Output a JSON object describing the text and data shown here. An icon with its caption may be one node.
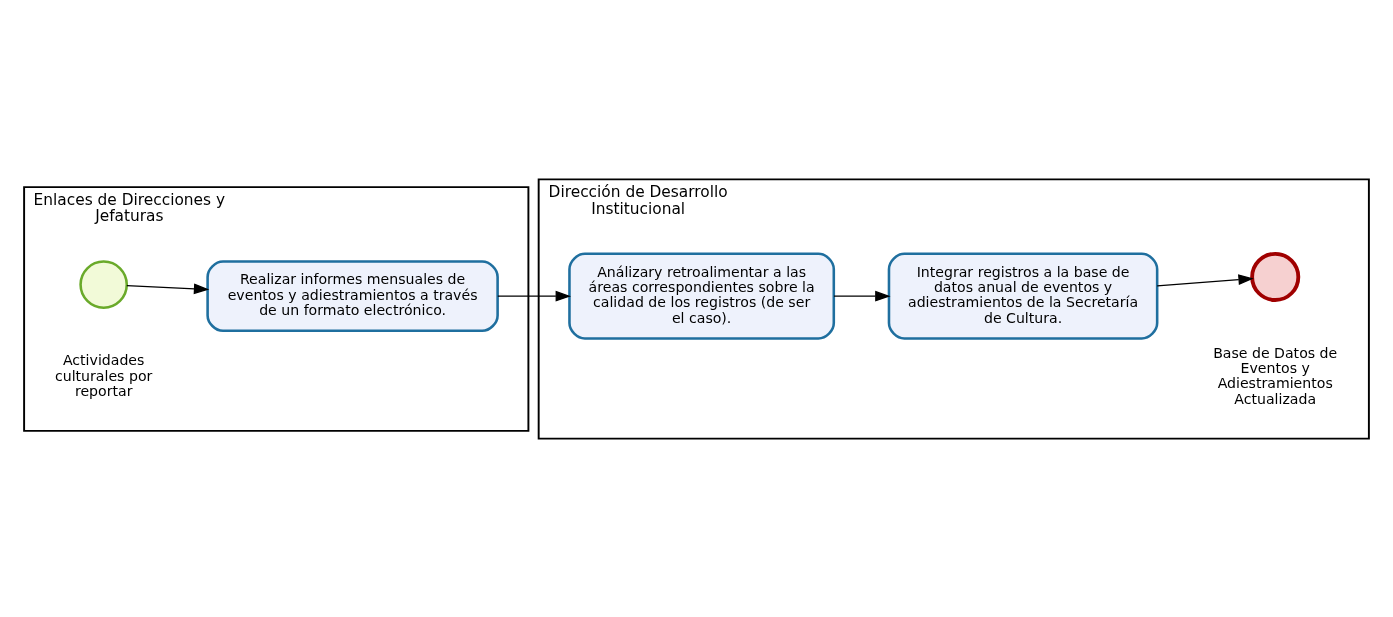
{
  "diagram": {
    "nodes": [
      {
        "text": [
          "Dirección de Desarrollo Institucional"
        ]
      },
      {
        "text": [
          "Análizary retroalimentar a las áreas correspondientes sobre la calidad de los registros (de ser el caso)."
        ],
        "in": 0
      },
      {
        "text": [
          "Integrar registros a la base de datos anual de eventos y adiestramientos de la Secretaría de Cultura."
        ],
        "in": 0
      },
      {
        "text": [],
        "shape": "circle",
        "beside": [
          "Base de Datos de Eventos y Adiestramientos Actualizada"
        ],
        "in": 0
      },
      {
        "text": [
          "Enlaces de Direcciones y Jefaturas"
        ]
      },
      {
        "text": [],
        "shape": "circle",
        "beside": [
          "Actividades culturales por reportar"
        ],
        "in": 4
      },
      {
        "text": [
          "Realizar informes mensuales de eventos y adiestramientos a través de un formato electrónico."
        ],
        "in": 4
      }
    ],
    "edges": [
      {
        "from": 5,
        "to": 6,
        "arrow": "to"
      },
      {
        "from": 6,
        "to": 1,
        "arrow": "to"
      },
      {
        "from": 1,
        "to": 2,
        "arrow": "to"
      },
      {
        "from": 2,
        "to": 3,
        "arrow": "to"
      }
    ]
  }
}
